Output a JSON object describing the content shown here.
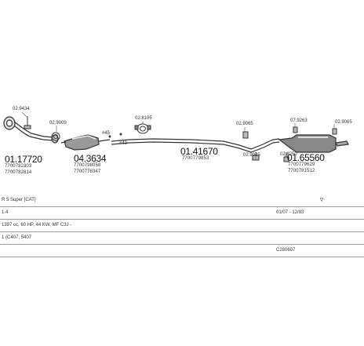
{
  "parts": [
    {
      "id": "p1",
      "number": "01.17720",
      "refs": [
        "7700782303",
        "7700782814"
      ],
      "code": "02.9434"
    },
    {
      "id": "p2",
      "code": "02.9009"
    },
    {
      "id": "p3",
      "number": "04.3634",
      "refs": [
        "7700798058",
        "7700778347"
      ]
    },
    {
      "id": "p4",
      "code": "#45"
    },
    {
      "id": "p5",
      "code": "#43"
    },
    {
      "id": "p6",
      "code": "02.8105"
    },
    {
      "id": "p7",
      "number": "01.41670",
      "refs": [
        "7700779853"
      ]
    },
    {
      "id": "p8",
      "code": "02.9065"
    },
    {
      "id": "p9",
      "code": "02.9085"
    },
    {
      "id": "p10",
      "code": "07.9263"
    },
    {
      "id": "p11",
      "code": "02.8250"
    },
    {
      "id": "p12",
      "number": "01.65560",
      "refs": [
        "7700779629",
        "7700781512"
      ]
    },
    {
      "id": "p13",
      "code": "02.9065"
    }
  ],
  "info": {
    "model": "R 5 Super [CAT]",
    "model_icon": "car-icon",
    "engine": "1.4",
    "date_range": "01/07 - 12/93",
    "spec": "1397 cc, 60 HP, 44 KW, MF C3J -",
    "variant": "1 (C407, 5407",
    "catalog_code": "C280607"
  }
}
